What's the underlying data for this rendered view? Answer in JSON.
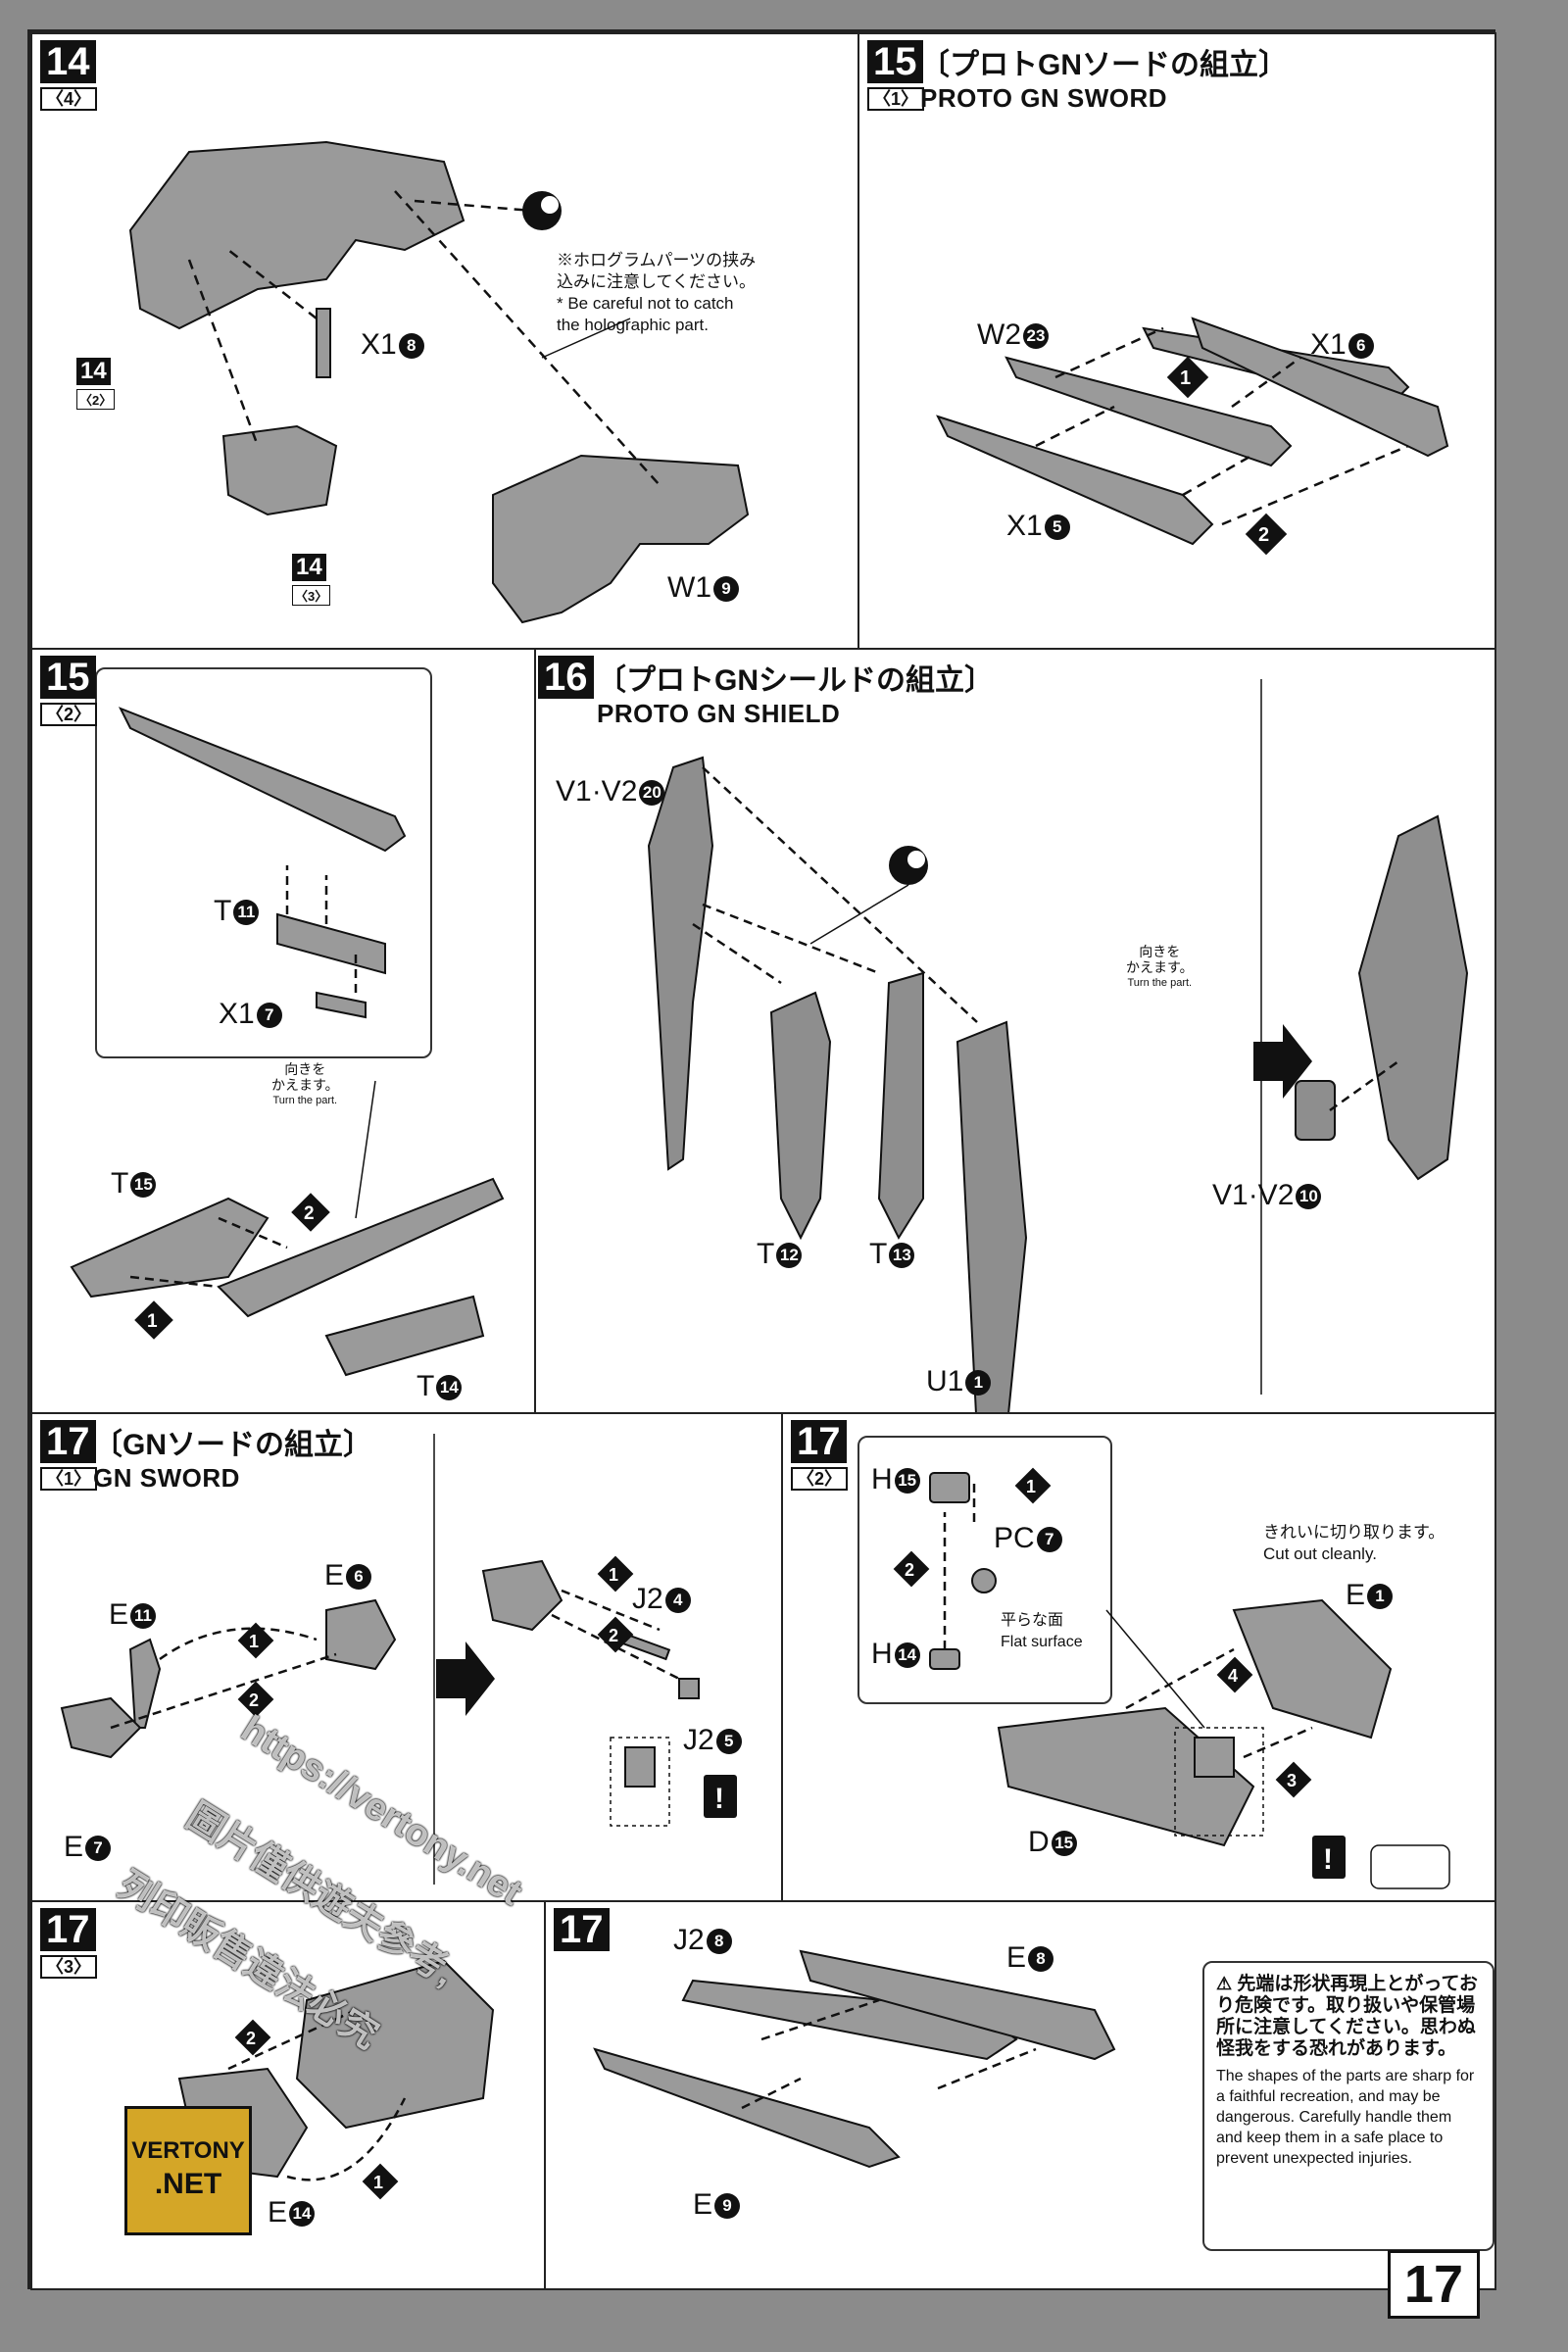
{
  "page_number": "17",
  "step14": {
    "num": "14",
    "sub": "〈4〉",
    "ref_top": {
      "num": "14",
      "sub": "〈2〉"
    },
    "ref_bottom": {
      "num": "14",
      "sub": "〈3〉"
    },
    "parts": {
      "x18": "X1",
      "x18_n": "8",
      "w19": "W1",
      "w19_n": "9"
    },
    "note_jp_1": "※ホログラムパーツの挟み",
    "note_jp_2": "込みに注意してください。",
    "note_en_1": "* Be careful not to catch",
    "note_en_2": "the holographic part."
  },
  "step15_1": {
    "num": "15",
    "sub": "〈1〉",
    "title_jp": "〔プロトGNソードの組立〕",
    "title_en": "PROTO GN SWORD",
    "parts": {
      "w2": "W2",
      "w2_n": "23",
      "x16": "X1",
      "x16_n": "6",
      "x15": "X1",
      "x15_n": "5"
    },
    "orders": [
      "1",
      "2"
    ]
  },
  "step15_2": {
    "num": "15",
    "sub": "〈2〉",
    "parts": {
      "t11": "T",
      "t11_n": "11",
      "x17": "X1",
      "x17_n": "7",
      "t15": "T",
      "t15_n": "15",
      "t14": "T",
      "t14_n": "14"
    },
    "turn_jp_1": "向きを",
    "turn_jp_2": "かえます。",
    "turn_en": "Turn the part.",
    "orders": [
      "1",
      "2"
    ]
  },
  "step16": {
    "num": "16",
    "title_jp": "〔プロトGNシールドの組立〕",
    "title_en": "PROTO GN SHIELD",
    "parts": {
      "v20": "V1·V2",
      "v20_n": "20",
      "t12": "T",
      "t12_n": "12",
      "t13": "T",
      "t13_n": "13",
      "u11": "U1",
      "u11_n": "1",
      "v10": "V1·V2",
      "v10_n": "10"
    },
    "turn_jp_1": "向きを",
    "turn_jp_2": "かえます。",
    "turn_en": "Turn the part."
  },
  "step17_1": {
    "num": "17",
    "sub": "〈1〉",
    "title_jp": "〔GNソードの組立〕",
    "title_en": "GN SWORD",
    "parts": {
      "e6": "E",
      "e6_n": "6",
      "e11": "E",
      "e11_n": "11",
      "e7": "E",
      "e7_n": "7",
      "j24": "J2",
      "j24_n": "4",
      "j25": "J2",
      "j25_n": "5"
    },
    "orders": [
      "1",
      "2",
      "1",
      "2"
    ]
  },
  "step17_2": {
    "num": "17",
    "sub": "〈2〉",
    "parts": {
      "h15": "H",
      "h15_n": "15",
      "pc7": "PC",
      "pc7_n": "7",
      "h14": "H",
      "h14_n": "14",
      "e1": "E",
      "e1_n": "1",
      "d15": "D",
      "d15_n": "15"
    },
    "flat_jp": "平らな面",
    "flat_en": "Flat surface",
    "cut_jp": "きれいに切り取ります。",
    "cut_en": "Cut out cleanly.",
    "orders": [
      "1",
      "2",
      "3",
      "4"
    ]
  },
  "step17_3": {
    "num": "17",
    "sub": "〈3〉",
    "parts": {
      "e14": "E",
      "e14_n": "14"
    },
    "orders": [
      "1",
      "2"
    ]
  },
  "step17_4": {
    "num": "17",
    "parts": {
      "j28": "J2",
      "j28_n": "8",
      "e8": "E",
      "e8_n": "8",
      "e9": "E",
      "e9_n": "9"
    }
  },
  "warning": {
    "jp": "先端は形状再現上とがっており危険です。取り扱いや保管場所に注意してください。思わぬ怪我をする恐れがあります。",
    "en": "The shapes of the parts are sharp for a faithful recreation, and may be dangerous. Carefully handle them and keep them in a safe place to prevent unexpected injuries."
  },
  "watermark": {
    "url": "https://vertony.net",
    "line2": "圖片僅供遊夫參考,",
    "line3": "列印販售違法必究",
    "logo_1": "VERTONY",
    "logo_2": ".NET"
  },
  "colors": {
    "background": "#8b8b8b",
    "page": "#fafafa",
    "ink": "#111111",
    "logo": "#d4a627"
  }
}
